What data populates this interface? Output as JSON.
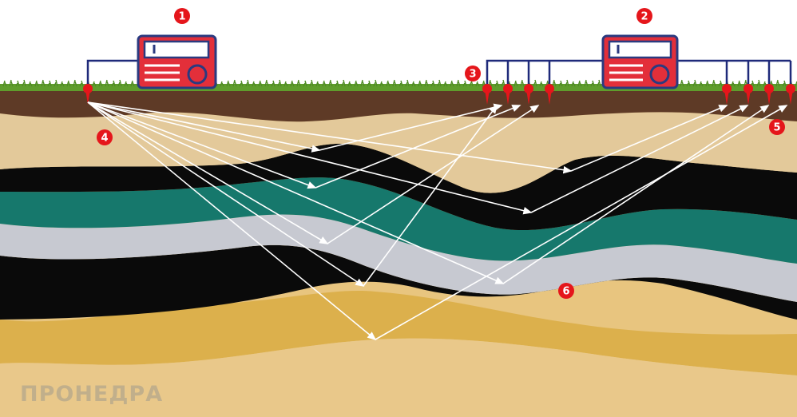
{
  "diagram": {
    "markers": [
      {
        "label": "1",
        "refers_to": "seismic station (source side)"
      },
      {
        "label": "2",
        "refers_to": "seismic station (receiver side)"
      },
      {
        "label": "3",
        "refers_to": "geophone array"
      },
      {
        "label": "4",
        "refers_to": "source point"
      },
      {
        "label": "5",
        "refers_to": "receiver geophone"
      },
      {
        "label": "6",
        "refers_to": "reflecting layer"
      }
    ],
    "watermark": "ПРОНЕДРА",
    "colors": {
      "grass": "#5f9d2c",
      "soil": "#5e3a26",
      "sand_upper": "#e3c99a",
      "black_layer": "#0a0a0a",
      "teal_layer": "#16786c",
      "grey_layer": "#c7c9d1",
      "gold_layer": "#dcb04c",
      "deep_sand": "#e8c57f",
      "device_red": "#e32f3a",
      "device_frame": "#2a3a80",
      "cable": "#1f2a7a",
      "marker_red": "#e5161b",
      "ray": "#ffffff"
    }
  }
}
